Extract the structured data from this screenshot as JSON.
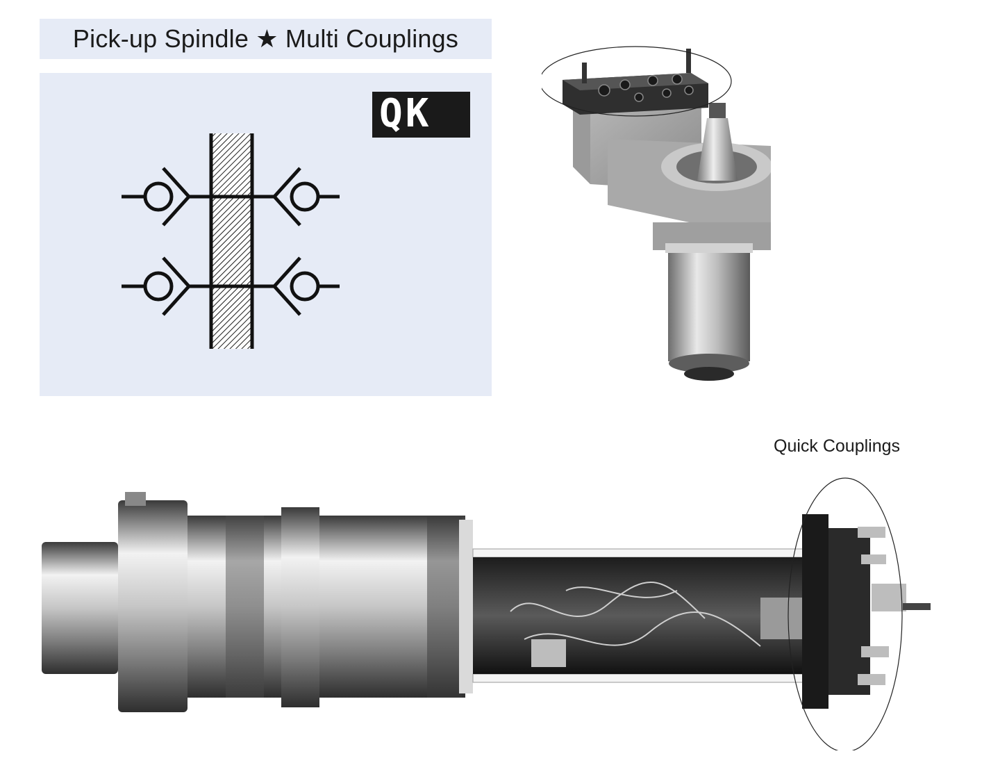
{
  "header": {
    "title": "Pick-up Spindle ★ Multi Couplings"
  },
  "diagram": {
    "badge": "QK",
    "symbol_icon": "multi-coupling-symbol-icon"
  },
  "photos": {
    "top_icon": "spindle-head-photo-icon",
    "bottom_icon": "spindle-assembly-photo-icon"
  },
  "callout": {
    "label": "Quick Couplings"
  },
  "colors": {
    "panel": "#e6ebf6",
    "badge_bg": "#1a1a1a",
    "ink": "#1b1b1b"
  }
}
